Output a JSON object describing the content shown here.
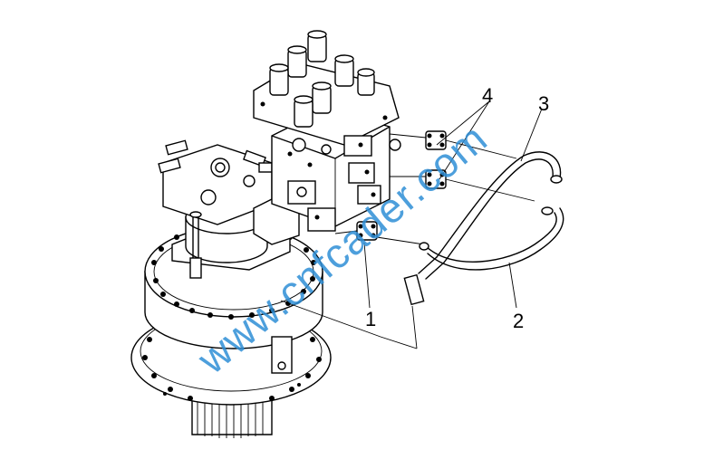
{
  "diagram": {
    "callouts": [
      {
        "id": "1",
        "label": "1"
      },
      {
        "id": "2",
        "label": "2"
      },
      {
        "id": "3",
        "label": "3"
      },
      {
        "id": "4",
        "label": "4"
      }
    ],
    "watermark": "www.cnfcader.com",
    "colors": {
      "line": "#000000",
      "watermark": "#2f8fd6",
      "background": "#ffffff"
    }
  }
}
